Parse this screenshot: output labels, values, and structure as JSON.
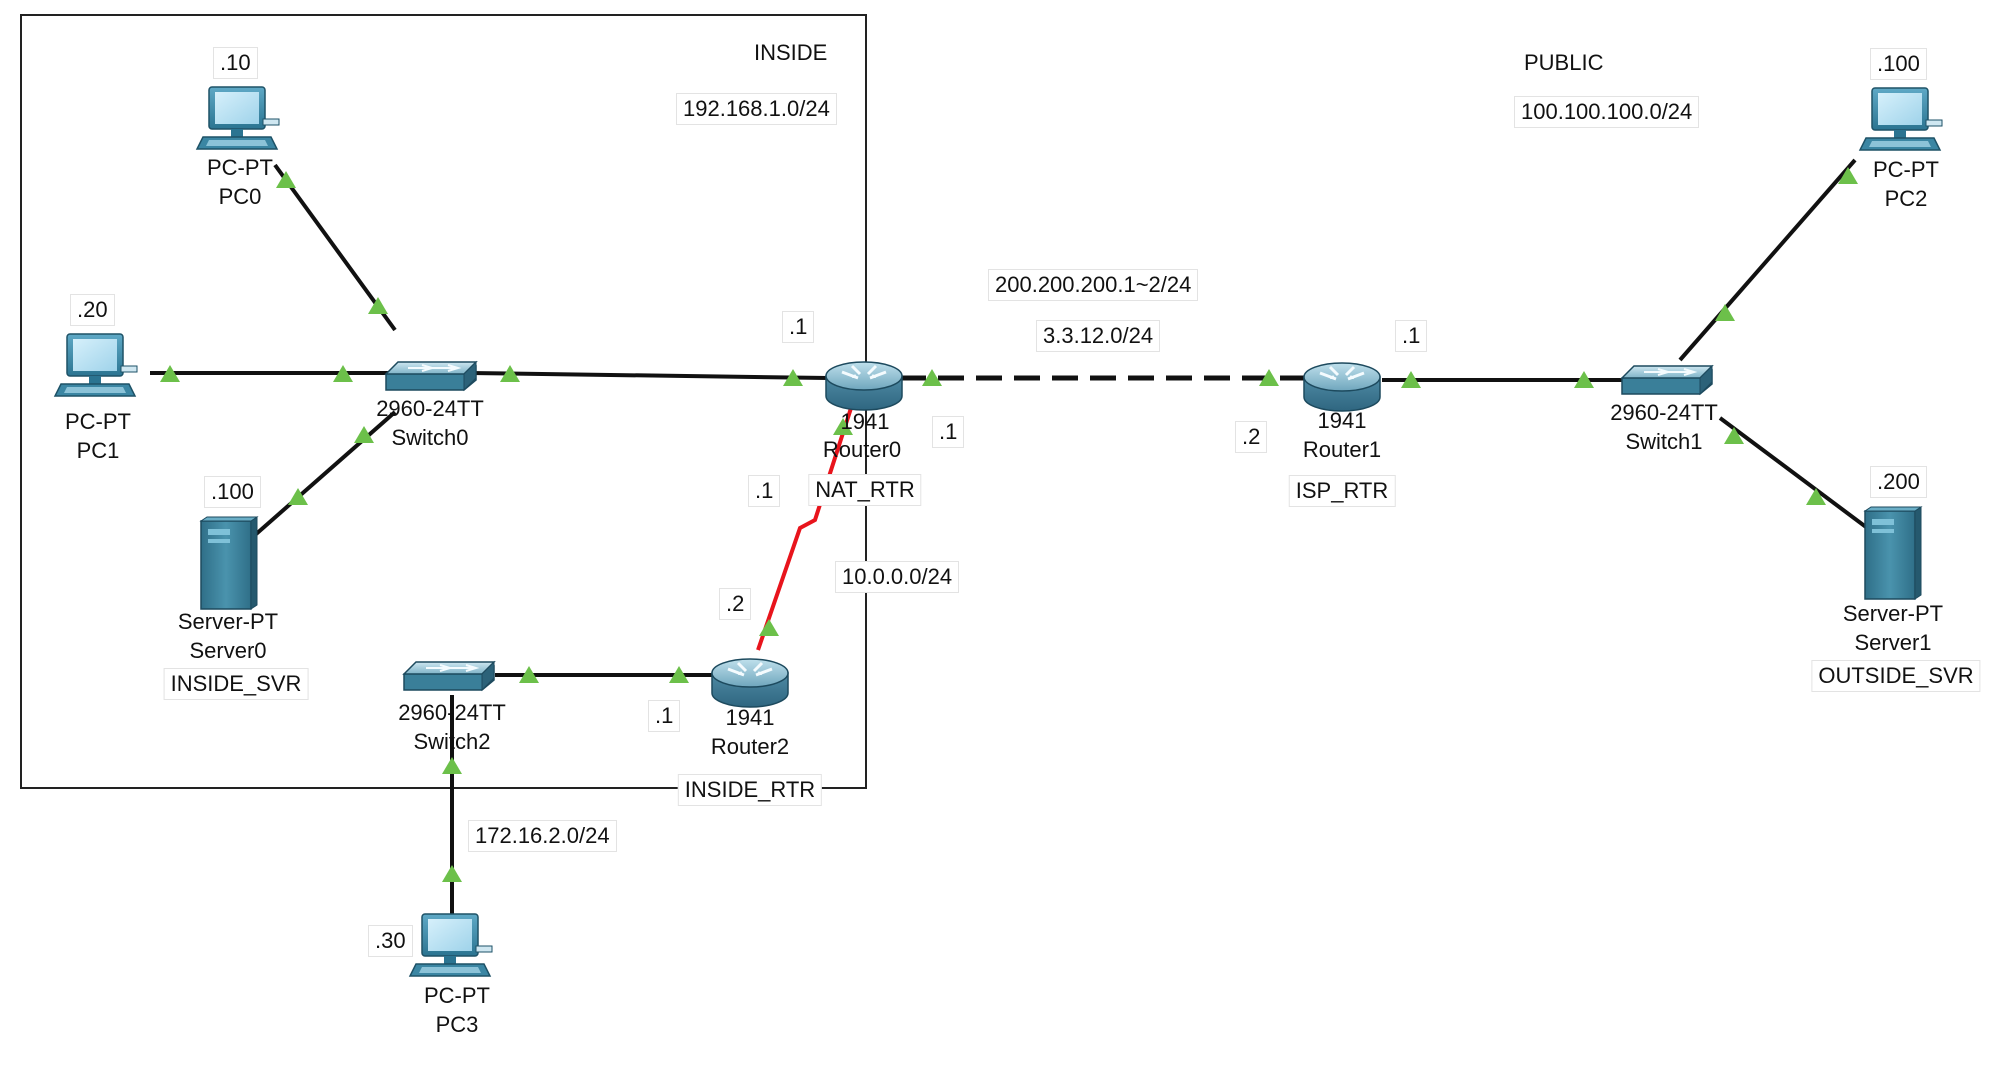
{
  "zones": {
    "inside": {
      "name": "INSIDE",
      "subnet": "192.168.1.0/24"
    },
    "public": {
      "name": "PUBLIC",
      "subnet": "100.100.100.0/24"
    }
  },
  "devices": {
    "pc0": {
      "model": "PC-PT",
      "name": "PC0",
      "ip": ".10"
    },
    "pc1": {
      "model": "PC-PT",
      "name": "PC1",
      "ip": ".20"
    },
    "server0": {
      "model": "Server-PT",
      "name": "Server0",
      "ip": ".100",
      "hostname": "INSIDE_SVR"
    },
    "switch0": {
      "model": "2960-24TT",
      "name": "Switch0"
    },
    "router0": {
      "model": "1941",
      "name": "Router0",
      "hostname": "NAT_RTR"
    },
    "router1": {
      "model": "1941",
      "name": "Router1",
      "hostname": "ISP_RTR"
    },
    "router2": {
      "model": "1941",
      "name": "Router2",
      "hostname": "INSIDE_RTR"
    },
    "switch1": {
      "model": "2960-24TT",
      "name": "Switch1"
    },
    "switch2": {
      "model": "2960-24TT",
      "name": "Switch2"
    },
    "pc2": {
      "model": "PC-PT",
      "name": "PC2",
      "ip": ".100"
    },
    "server1": {
      "model": "Server-PT",
      "name": "Server1",
      "ip": ".200",
      "hostname": "OUTSIDE_SVR"
    },
    "pc3": {
      "model": "PC-PT",
      "name": "PC3",
      "ip": ".30"
    }
  },
  "links": {
    "wan": {
      "range": "200.200.200.1~2/24",
      "subnet": "3.3.12.0/24",
      "r0_ip": ".1",
      "r1_ip": ".2"
    },
    "r0_lan_ip": ".1",
    "r1_lan_ip": ".1",
    "serial": {
      "subnet": "10.0.0.0/24",
      "r0_ip": ".1",
      "r2_ip": ".2"
    },
    "r2_lan_ip": ".1",
    "lan3_subnet": "172.16.2.0/24"
  },
  "colors": {
    "cable": "#111111",
    "serial": "#e8141c",
    "link_up": "#6cc04a"
  }
}
